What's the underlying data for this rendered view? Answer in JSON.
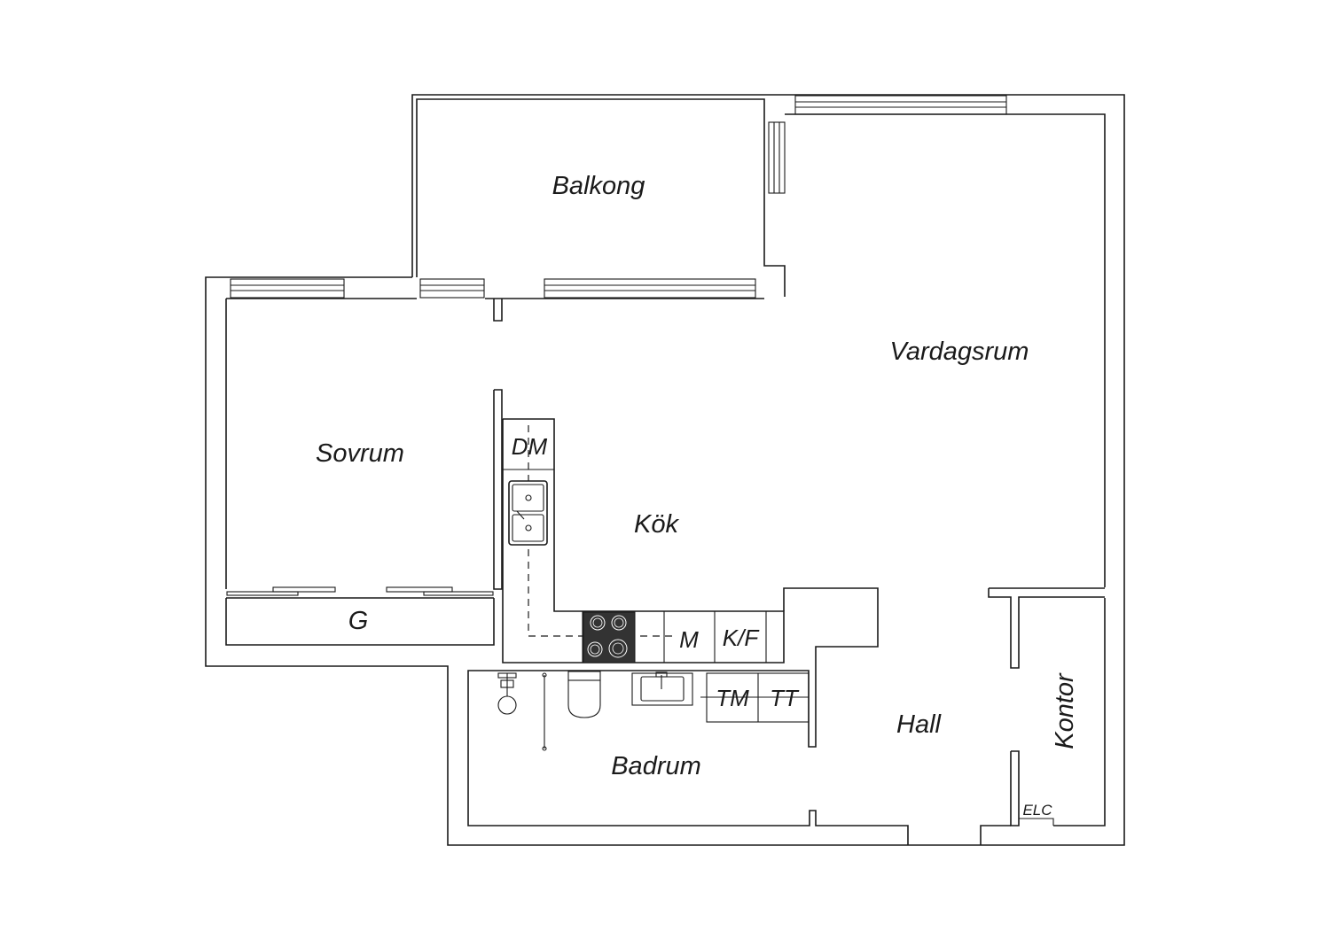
{
  "floorplan": {
    "rooms": {
      "balkong": "Balkong",
      "vardagsrum": "Vardagsrum",
      "sovrum": "Sovrum",
      "kok": "Kök",
      "garderob": "G",
      "hall": "Hall",
      "badrum": "Badrum",
      "kontor": "Kontor"
    },
    "appliances": {
      "diskmaskin": "DM",
      "mikro": "M",
      "kyl_frys": "K/F",
      "tvattmaskin": "TM",
      "torktumlare": "TT",
      "elcentral": "ELC"
    },
    "colors": {
      "wall_stroke": "#1a1a1a",
      "background": "#ffffff",
      "stove": "#333333"
    }
  }
}
